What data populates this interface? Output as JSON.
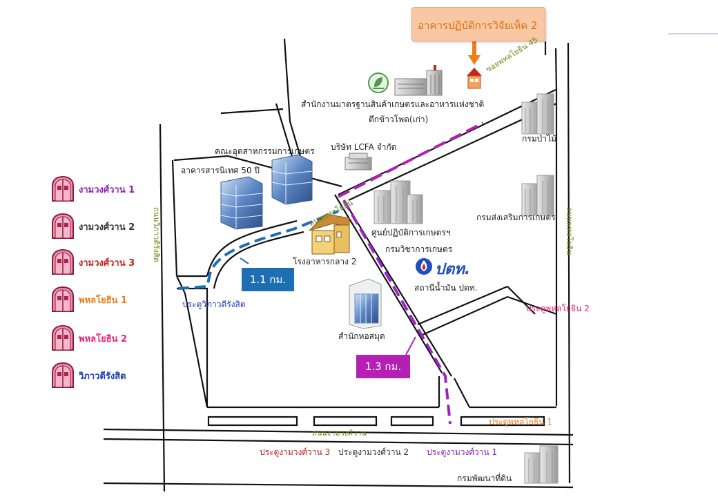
{
  "callout": {
    "text": "อาคารปฏิบัติการวิจัยเห็ด 2"
  },
  "legend": [
    {
      "label": "งามวงศ์วาน 1",
      "color": "#8b1fb5"
    },
    {
      "label": "งามวงศ์วาน 2",
      "color": "#333333"
    },
    {
      "label": "งามวงศ์วาน 3",
      "color": "#c0201e"
    },
    {
      "label": "พหลโยธิน 1",
      "color": "#ee7d1a"
    },
    {
      "label": "พหลโยธิน 2",
      "color": "#e8247a"
    },
    {
      "label": "วิภาวดีรังสิต",
      "color": "#1f3db5"
    }
  ],
  "distances": {
    "blue": {
      "text": "1.1 กม.",
      "color": "#1e6eb4"
    },
    "purple": {
      "text": "1.3 กม.",
      "color": "#b41fb4"
    }
  },
  "places": {
    "acfs": "สำนักงานมาตรฐานสินค้าเกษตรและอาหารแห่งชาติ",
    "corn": "ตึกข้าวโพด(เก่า)",
    "lcfa": "บริษัท LCFA จำกัด",
    "forestry": "กรมป่าไม้",
    "agro_industry": "คณะอุตสาหกรรมการเกษตร",
    "sarani": "อาคารสารนิเทศ 50 ปี",
    "agri_center": "ศูนย์ปฏิบัติการเกษตรฯ",
    "agri_academic": "กรมวิชาการเกษตร",
    "extension": "กรมส่งเสริมการเกษตร",
    "canteen": "โรงอาหารกลาง 2",
    "ptt_station": "สถานีน้ำมัน ปตท.",
    "library": "สำนักหอสมุด",
    "land_dev": "กรมพัฒนาที่ดิน",
    "ptt_logo": "ปตท."
  },
  "gates": {
    "vibhavadi": "ประตูวิภาวดีรังสิต",
    "phahon2": "ประตูพหลโยธิน 2",
    "phahon1": "ประตูพหลโยธิน 1",
    "ngam3": "ประตูงามวงศ์วาน 3",
    "ngam2": "ประตูงามวงศ์วาน 2",
    "ngam1": "ประตูงามวงศ์วาน 1"
  },
  "roads": {
    "soi45": "ซอยพหลโยธิน 45",
    "chuchat": "ถนนพหลโยธิน",
    "ngamwongwan": "ถนนงามวงศ์วาน",
    "vibhavadi": "ถนนวิภาวดีรังสิต",
    "phahon": "ถนนพหลโยธิน"
  }
}
